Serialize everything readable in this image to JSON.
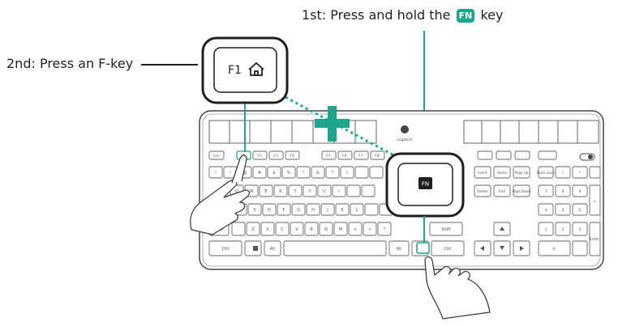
{
  "step1": {
    "before": "1st: Press and hold the",
    "chip": "FN",
    "after": "key"
  },
  "step2": {
    "text": "2nd: Press an F-key"
  },
  "f1_callout": {
    "key_label": "F1",
    "icon": "home-icon"
  },
  "fn_callout": {
    "key_label": "FN"
  },
  "brand": "Logitech",
  "keyboard": {
    "row_fn": [
      "Esc",
      "F1",
      "F2",
      "F3",
      "F4",
      "F5",
      "F6",
      "F7",
      "F8"
    ],
    "row_num": [
      "~",
      "!",
      "@",
      "#",
      "$",
      "%",
      "^",
      "&",
      "*",
      "("
    ],
    "row_q": [
      "Q",
      "W",
      "E",
      "R",
      "T",
      "Y",
      "U",
      "I"
    ],
    "row_a": [
      "A",
      "S",
      "D",
      "F",
      "G",
      "H",
      "J",
      "K",
      "L"
    ],
    "row_z": [
      "Shift",
      "Z",
      "X",
      "C",
      "V",
      "B",
      "N",
      "M",
      "<",
      ">",
      "?",
      "Shift"
    ],
    "row_bottom": [
      "Ctrl",
      "Alt",
      "Alt",
      "Ctrl"
    ],
    "nav": [
      "Insert",
      "Home",
      "Page Up",
      "Delete",
      "End",
      "Page Down"
    ],
    "numpad": [
      "Num Lock",
      "/",
      "*",
      "-",
      "7",
      "8",
      "9",
      "+",
      "4",
      "5",
      "6",
      "1",
      "2",
      "3",
      "Enter",
      "0",
      "."
    ]
  },
  "colors": {
    "accent": "#1ea58b",
    "outline": "#1f1f1f",
    "keys": "#6b6b6b"
  }
}
